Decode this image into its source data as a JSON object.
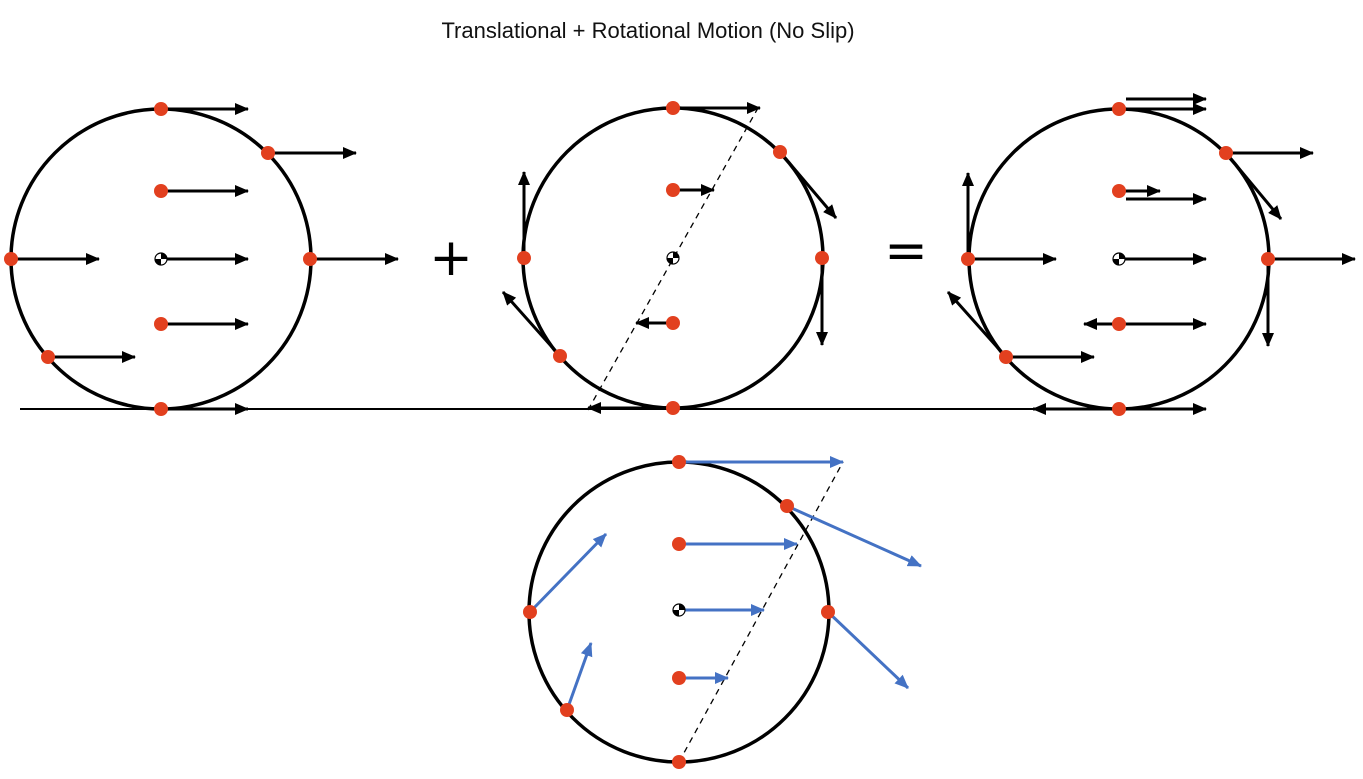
{
  "title": "Translational + Rotational Motion (No Slip)",
  "operators": {
    "plus": "+",
    "equals": "="
  },
  "colors": {
    "point": "#e2401f",
    "black_vector": "#000000",
    "blue_vector": "#4472c4",
    "outline": "#000000"
  },
  "icons": [
    "center-of-mass-icon"
  ],
  "panels": [
    "translation",
    "rotation",
    "sum",
    "resultant"
  ]
}
